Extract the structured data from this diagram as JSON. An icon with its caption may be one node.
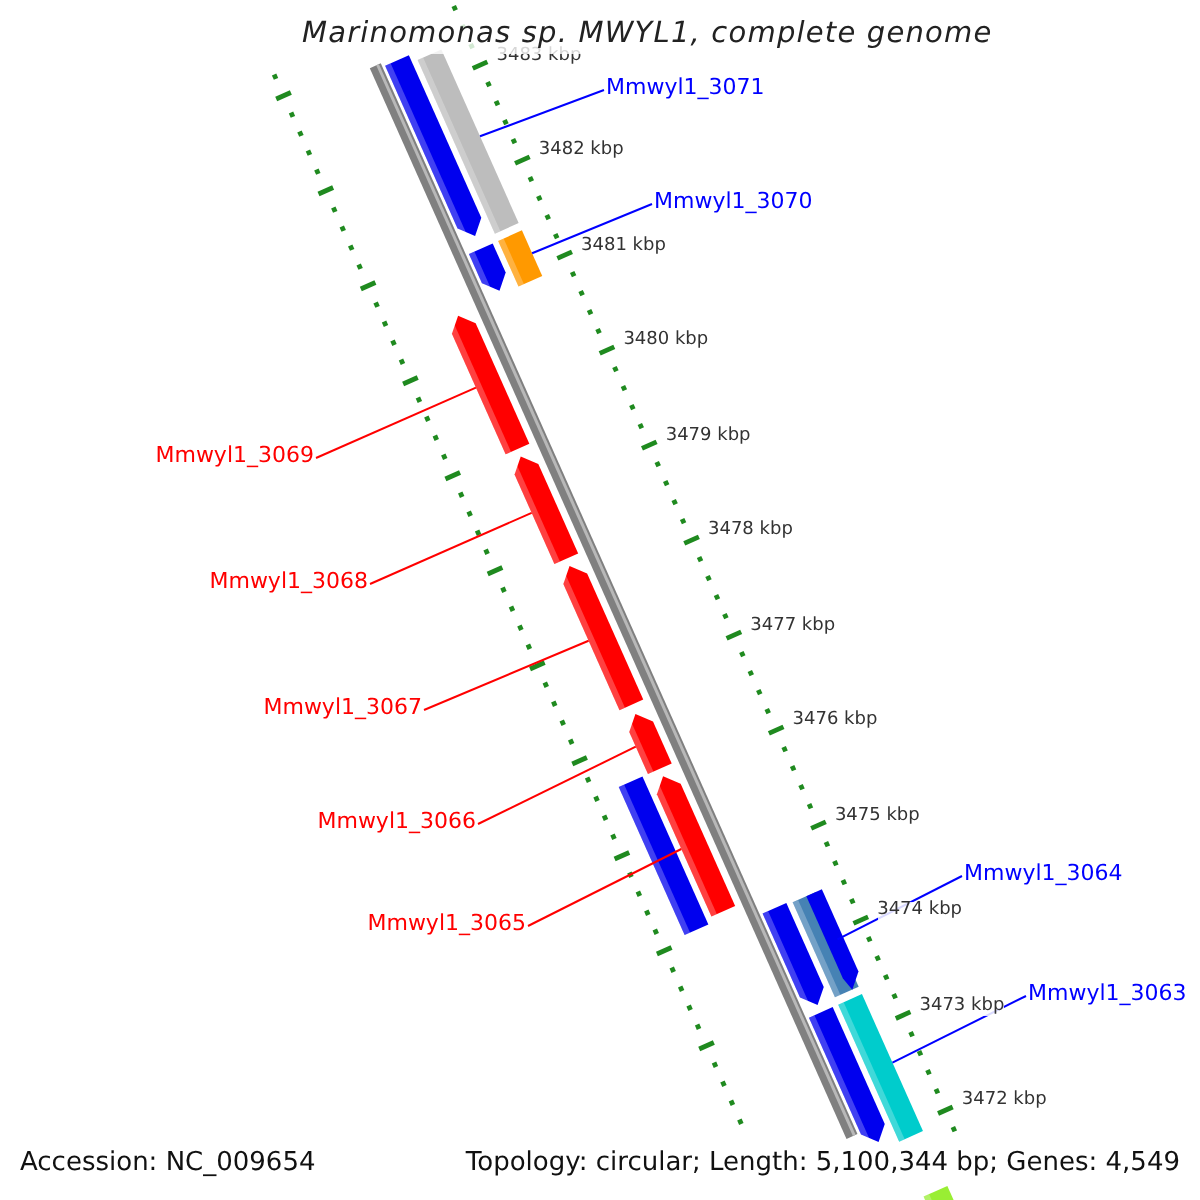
{
  "diagram": {
    "title": "Marinomonas sp. MWYL1, complete genome",
    "nodes": [
      {
        "text": [
          "Mmwyl1_3071"
        ]
      },
      {
        "text": [],
        "shape": "bar"
      },
      {
        "text": [
          "Mmwyl1_3070"
        ]
      },
      {
        "text": [],
        "shape": "bar"
      },
      {
        "text": [
          "Mmwyl1_3069"
        ]
      },
      {
        "text": [],
        "shape": "bar"
      },
      {
        "text": [
          "Mmwyl1_3068"
        ]
      },
      {
        "text": [],
        "shape": "bar"
      },
      {
        "text": [
          "Mmwyl1_3067"
        ]
      },
      {
        "text": [],
        "shape": "bar"
      },
      {
        "text": [
          "Mmwyl1_3066"
        ]
      },
      {
        "text": [],
        "shape": "bar"
      },
      {
        "text": [
          "Mmwyl1_3065"
        ]
      },
      {
        "text": [],
        "shape": "bar"
      },
      {
        "text": [
          "Mmwyl1_3064"
        ]
      },
      {
        "text": [],
        "shape": "bar"
      },
      {
        "text": [
          "Mmwyl1_3063"
        ]
      },
      {
        "text": [],
        "shape": "bar"
      }
    ],
    "edges": [
      {
        "from": 0,
        "to": 1,
        "arrow": "none",
        "color": "#0000ff"
      },
      {
        "from": 2,
        "to": 3,
        "arrow": "none",
        "color": "#0000ff"
      },
      {
        "from": 4,
        "to": 5,
        "arrow": "none"
      },
      {
        "from": 6,
        "to": 7,
        "arrow": "none"
      },
      {
        "from": 8,
        "to": 9,
        "arrow": "none"
      },
      {
        "from": 10,
        "to": 11,
        "arrow": "none"
      },
      {
        "from": 12,
        "to": 13,
        "arrow": "none"
      },
      {
        "from": 14,
        "to": 15,
        "arrow": "none",
        "color": "#0000ff"
      },
      {
        "from": 16,
        "to": 17,
        "arrow": "none",
        "color": "#0000ff"
      }
    ],
    "labels": [
      "3483 kbp",
      "3482 kbp",
      "3481 kbp",
      "3480 kbp",
      "3479 kbp",
      "3478 kbp",
      "3477 kbp",
      "3476 kbp",
      "3475 kbp",
      "3474 kbp",
      "3473 kbp",
      "3472 kbp",
      "Accession: NC_009654",
      "Topology: circular; Length: 5,100,344 bp; Genes: 4,549"
    ]
  }
}
